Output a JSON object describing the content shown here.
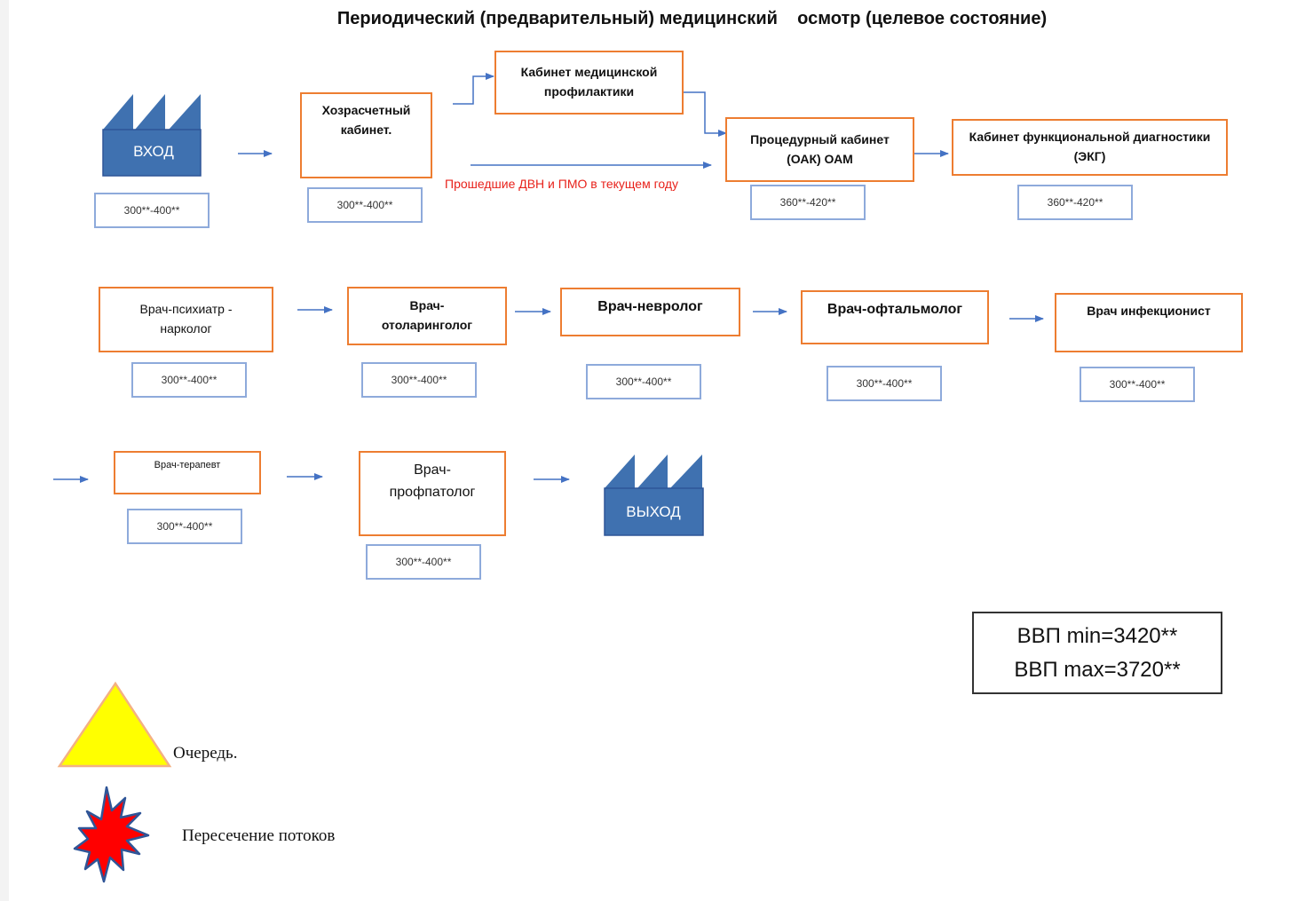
{
  "title": "Периодический (предварительный) медицинский    осмотр (целевое состояние)",
  "colors": {
    "box_border": "#ed7d31",
    "time_border": "#8eaadb",
    "arrow": "#4472c4",
    "factory": "#3f71b0",
    "note": "#e8221b",
    "queue_fill": "#ffff00",
    "crossing_fill": "#ff0000"
  },
  "entry": {
    "label": "ВХОД",
    "time": "300**-400**",
    "icon": "factory-icon"
  },
  "exit": {
    "label": "ВЫХОД",
    "icon": "factory-icon"
  },
  "steps": [
    {
      "label": "Хозрасчетный кабинет.",
      "time": "300**-400**"
    },
    {
      "label": "Кабинет медицинской профилактики"
    },
    {
      "label": "Процедурный кабинет (ОАК) ОАМ",
      "time": "360**-420**"
    },
    {
      "label": "Кабинет функциональной диагностики (ЭКГ)",
      "time": "360**-420**"
    },
    {
      "label": "Врач-психиатр - нарколог",
      "time": "300**-400**"
    },
    {
      "label": "Врач-отоларинголог",
      "time": "300**-400**"
    },
    {
      "label": "Врач-невролог",
      "time": "300**-400**"
    },
    {
      "label": "Врач-офтальмолог",
      "time": "300**-400**"
    },
    {
      "label": "Врач инфекционист",
      "time": "300**-400**"
    },
    {
      "label": "Врач-терапевт",
      "time": "300**-400**"
    },
    {
      "label": "Врач-профпатолог",
      "time": "300**-400**"
    }
  ],
  "bypass_note": "Прошедшие ДВН и ПМО в текущем году",
  "vvp": {
    "min": "ВВП min=3420**",
    "max": "ВВП max=3720**"
  },
  "legend": {
    "queue": "Очередь.",
    "crossing": "Пересечение потоков"
  }
}
